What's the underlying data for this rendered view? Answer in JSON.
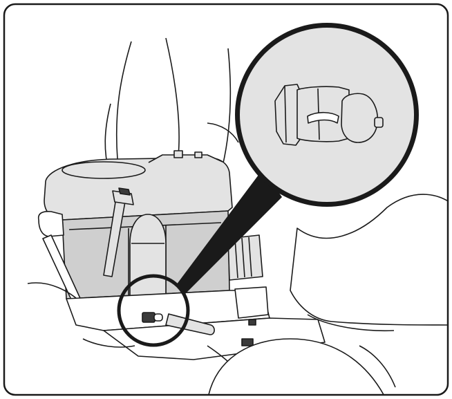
{
  "figure": {
    "subject": "engine-oil-drain-valve-illustration",
    "colors": {
      "line": "#1a1a1a",
      "engine_fill": "#e3e3e3",
      "engine_shadow": "#cfcfcf",
      "zoom_fill": "#e3e3e3",
      "background": "#ffffff",
      "accent_dark": "#3a3a3a"
    },
    "callouts": [
      {
        "name": "detail-magnifier",
        "kind": "enlarged-view",
        "depicts": "drain-valve-with-cap"
      },
      {
        "name": "location-circle",
        "kind": "highlight-ring",
        "depicts": "drain-valve-on-engine"
      }
    ]
  }
}
